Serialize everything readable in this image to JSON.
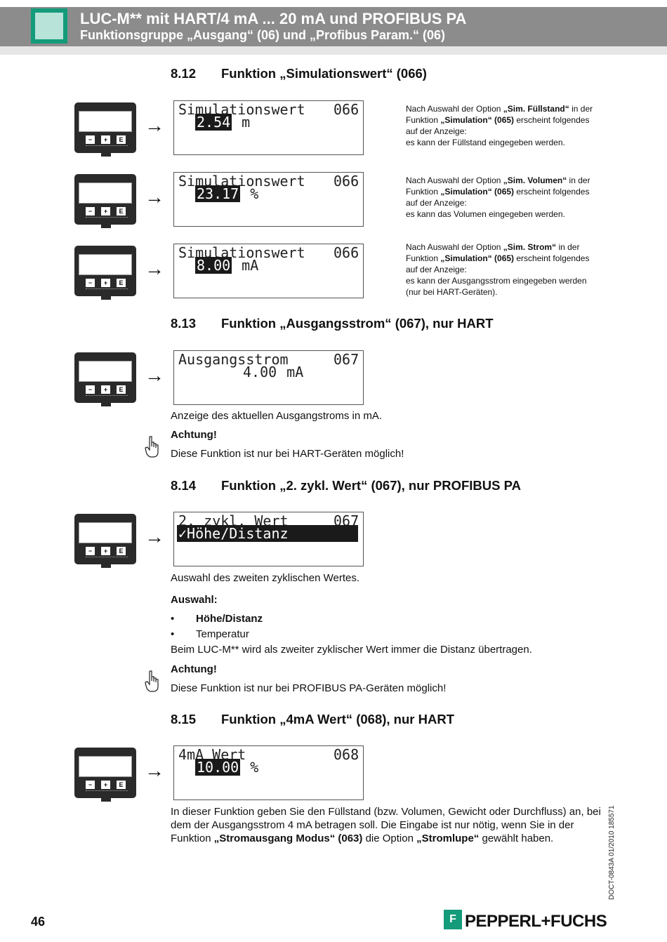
{
  "header": {
    "title": "LUC-M** mit HART/4 mA ... 20 mA und PROFIBUS PA",
    "subtitle": "Funktionsgruppe „Ausgang“ (06) und „Profibus Param.“ (06)"
  },
  "device_keys": {
    "minus": "−",
    "plus": "+",
    "enter": "E"
  },
  "arrow_glyph": "→",
  "sections": {
    "s812": {
      "number": "8.12",
      "title": "Funktion „Simulationswert“ (066)"
    },
    "s813": {
      "number": "8.13",
      "title": "Funktion „Ausgangsstrom“ (067), nur HART"
    },
    "s814": {
      "number": "8.14",
      "title": "Funktion „2. zykl. Wert“ (067), nur PROFIBUS PA"
    },
    "s815": {
      "number": "8.15",
      "title": "Funktion „4mA Wert“ (068), nur HART"
    }
  },
  "displays": {
    "d1": {
      "label": "Simulationswert",
      "code": "066",
      "value": "2.54",
      "unit": "m"
    },
    "d2": {
      "label": "Simulationswert",
      "code": "066",
      "value": "23.17",
      "unit": "%"
    },
    "d3": {
      "label": "Simulationswert",
      "code": "066",
      "value": "8.00",
      "unit": "mA"
    },
    "d4": {
      "label": "Ausgangsstrom",
      "code": "067",
      "value": "4.00",
      "unit": "mA"
    },
    "d5": {
      "label": "2. zykl. Wert",
      "code": "067",
      "value": "✓Höhe/Distanz"
    },
    "d6": {
      "label": "4mA Wert",
      "code": "068",
      "value": "10.00",
      "unit": "%"
    }
  },
  "desc": {
    "d1": {
      "a": "Nach Auswahl der Option ",
      "b": "„Sim. Füllstand“",
      "c": " in der Funktion ",
      "d": "„Simulation“ (065)",
      "e": " erscheint folgendes auf der Anzeige:",
      "f": "es kann der Füllstand eingegeben werden."
    },
    "d2": {
      "a": "Nach Auswahl der Option ",
      "b": "„Sim. Volumen“",
      "c": " in der Funktion ",
      "d": "„Simulation“ (065)",
      "e": " erscheint folgendes auf der Anzeige:",
      "f": "es kann das Volumen eingegeben werden."
    },
    "d3": {
      "a": "Nach Auswahl der Option ",
      "b": "„Sim. Strom“",
      "c": " in der Funktion ",
      "d": "„Simulation“ (065)",
      "e": " erscheint folgendes auf der Anzeige:",
      "f": "es kann der Ausgangsstrom eingegeben werden (nur bei HART-Geräten)."
    }
  },
  "s813_text": {
    "intro": "Anzeige des aktuellen Ausgangstroms in mA.",
    "caution": "Achtung!",
    "note": "Diese Funktion ist nur bei HART-Geräten möglich!"
  },
  "s814_text": {
    "intro": "Auswahl des zweiten zyklischen Wertes.",
    "choice_label": "Auswahl:",
    "bullet_glyph": "•",
    "options": [
      "Höhe/Distanz",
      "Temperatur"
    ],
    "remark": "Beim LUC-M** wird als zweiter zyklischer Wert immer die Distanz übertragen.",
    "caution": "Achtung!",
    "note": "Diese Funktion ist nur bei PROFIBUS PA-Geräten möglich!"
  },
  "s815_text": {
    "a": "In dieser Funktion geben Sie den Füllstand (bzw. Volumen, Gewicht oder Durchfluss) an, bei dem der Ausgangsstrom 4 mA betragen soll. Die Eingabe ist nur nötig, wenn Sie in der Funktion ",
    "b": "„Stromausgang Modus“ (063)",
    "c": " die Option ",
    "d": "„Stromlupe“",
    "e": " gewählt haben."
  },
  "footer": {
    "doc_code": "DOCT-0843A   01/2010   185571",
    "page_number": "46",
    "brand_mark": "F",
    "brand": "PEPPERL+FUCHS"
  }
}
